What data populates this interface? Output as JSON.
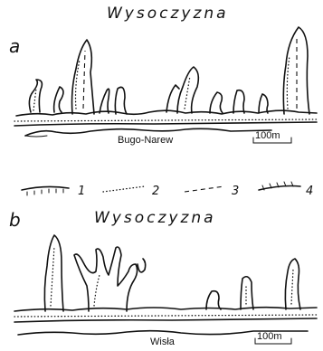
{
  "panel_a": {
    "label": "a",
    "title": "Wysoczyzna",
    "river": "Bugo-Narew",
    "scale": "100m"
  },
  "panel_b": {
    "label": "b",
    "title": "Wysoczyzna",
    "river": "Wisła",
    "scale": "100m"
  },
  "legend": {
    "items": [
      {
        "number": "1",
        "style": "hatched-line"
      },
      {
        "number": "2",
        "style": "dotted-line"
      },
      {
        "number": "3",
        "style": "dashed-line"
      },
      {
        "number": "4",
        "style": "tick-line"
      }
    ]
  }
}
